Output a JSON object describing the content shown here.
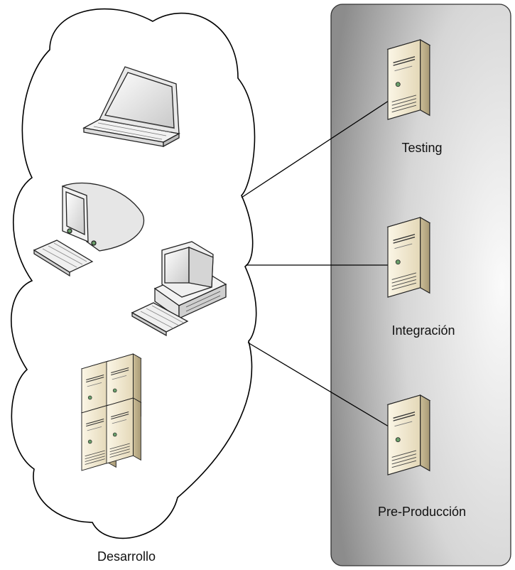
{
  "clouds": {
    "development": {
      "label": "Desarrollo"
    }
  },
  "servers": [
    {
      "id": "testing",
      "label": "Testing"
    },
    {
      "id": "integration",
      "label": "Integración"
    },
    {
      "id": "preproduction",
      "label": "Pre-Producción"
    }
  ],
  "colors": {
    "panel_light": "#f4f4f4",
    "panel_dark": "#8e8e8e",
    "server_face": "#efe6cf",
    "server_side": "#cdbf9c",
    "line": "#000000"
  }
}
